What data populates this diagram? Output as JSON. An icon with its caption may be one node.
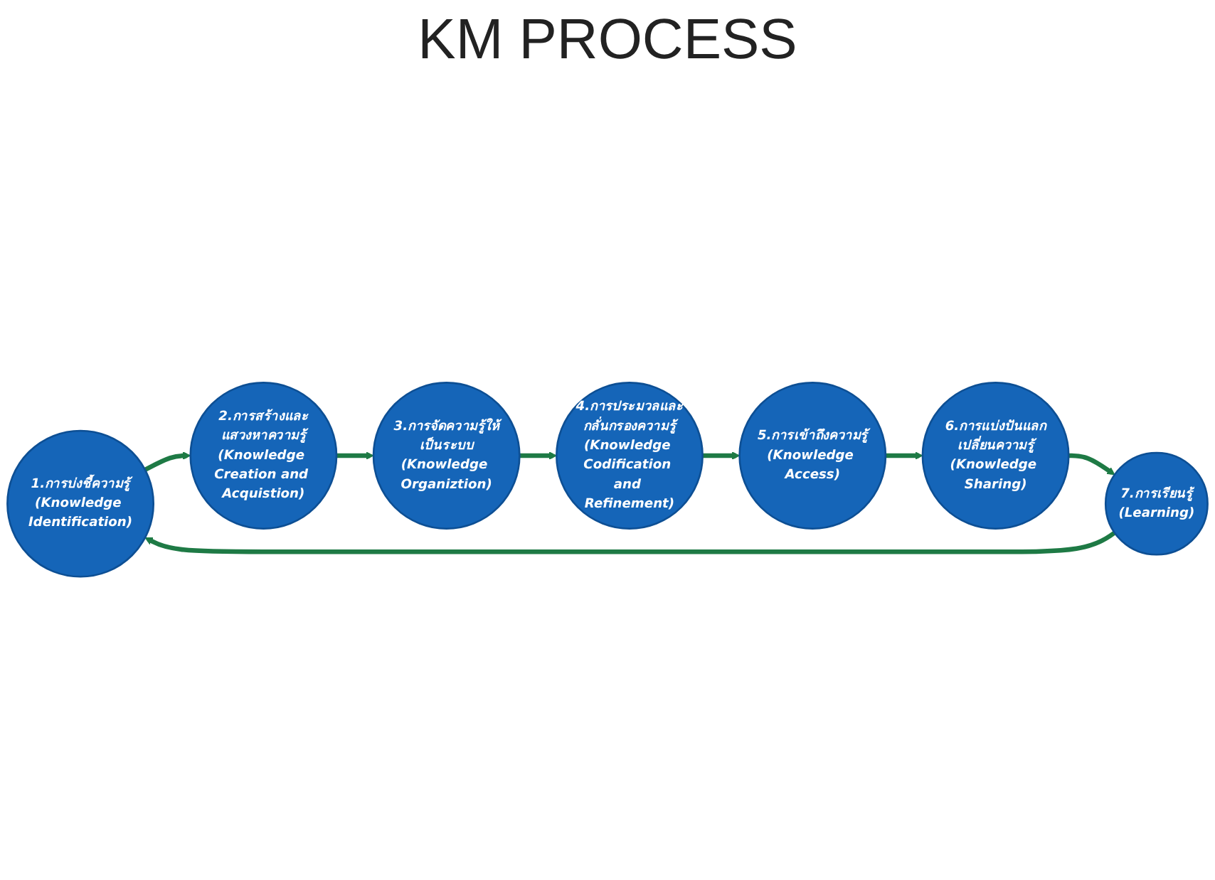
{
  "diagram": {
    "title": "KM PROCESS",
    "nodes": [
      {
        "text": [
          "1.การบ่งชี้ความรู้",
          "(Knowledge Identification)"
        ]
      },
      {
        "text": [
          "2.การสร้างและแสวงหาความรู้",
          "(Knowledge Creation and Acquistion)"
        ]
      },
      {
        "text": [
          "3.การจัดความรู้ให้เป็นระบบ",
          "(Knowledge Organiztion)"
        ]
      },
      {
        "text": [
          "4.การประมวลและกลั่นกรองความรู้",
          "(Knowledge Codification and Refinement)"
        ]
      },
      {
        "text": [
          "5.การเข้าถึงความรู้",
          "(Knowledge Access)"
        ]
      },
      {
        "text": [
          "6.การแบ่งปันแลกเปลี่ยนความรู้",
          "(Knowledge Sharing)"
        ]
      },
      {
        "text": [
          "7.การเรียนรู้",
          "(Learning)"
        ]
      }
    ],
    "edges": [
      {
        "from": 0,
        "to": 1,
        "arrow": "to"
      },
      {
        "from": 1,
        "to": 2,
        "arrow": "to"
      },
      {
        "from": 2,
        "to": 3,
        "arrow": "to"
      },
      {
        "from": 3,
        "to": 4,
        "arrow": "to"
      },
      {
        "from": 4,
        "to": 5,
        "arrow": "to"
      },
      {
        "from": 5,
        "to": 6,
        "arrow": "to"
      },
      {
        "from": 6,
        "to": 0,
        "arrow": "to"
      }
    ]
  }
}
